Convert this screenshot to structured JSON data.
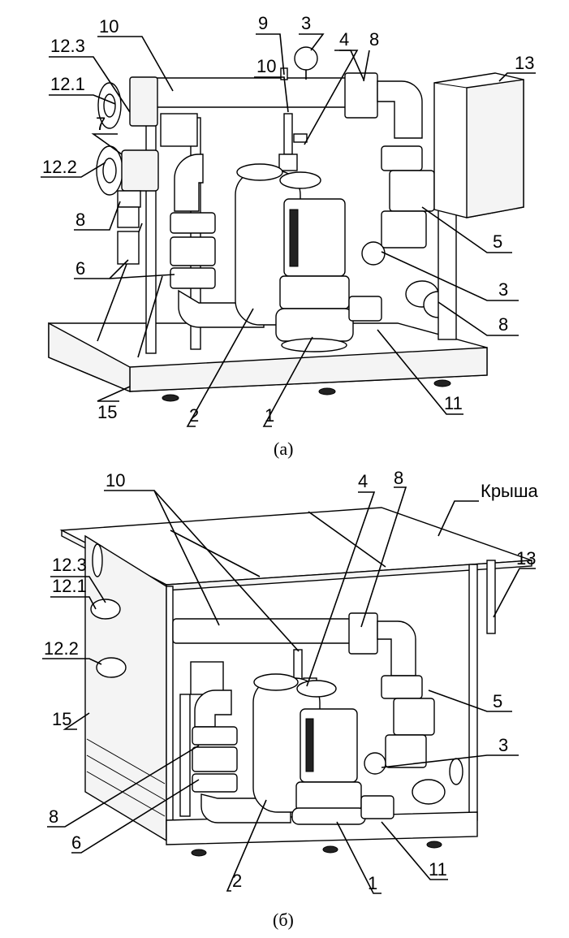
{
  "figure_a": {
    "caption": "(а)",
    "labels": {
      "l10a": "10",
      "l9": "9",
      "l3a": "3",
      "l4a": "4",
      "l8a": "8",
      "l12_3a": "12.3",
      "l12_1a": "12.1",
      "l10b": "10",
      "l13a": "13",
      "l7": "7",
      "l12_2a": "12.2",
      "l8b": "8",
      "l5a": "5",
      "l6a": "6",
      "l3b": "3",
      "l8c": "8",
      "l15a": "15",
      "l2a": "2",
      "l1a": "1",
      "l11a": "11"
    }
  },
  "figure_b": {
    "caption": "(б)",
    "labels": {
      "l10": "10",
      "l4": "4",
      "l8a": "8",
      "roof": "Крыша",
      "l12_3": "12.3",
      "l12_1": "12.1",
      "l13": "13",
      "l12_2": "12.2",
      "l15": "15",
      "l5": "5",
      "l3": "3",
      "l8b": "8",
      "l6": "6",
      "l2": "2",
      "l1": "1",
      "l11": "11"
    }
  }
}
